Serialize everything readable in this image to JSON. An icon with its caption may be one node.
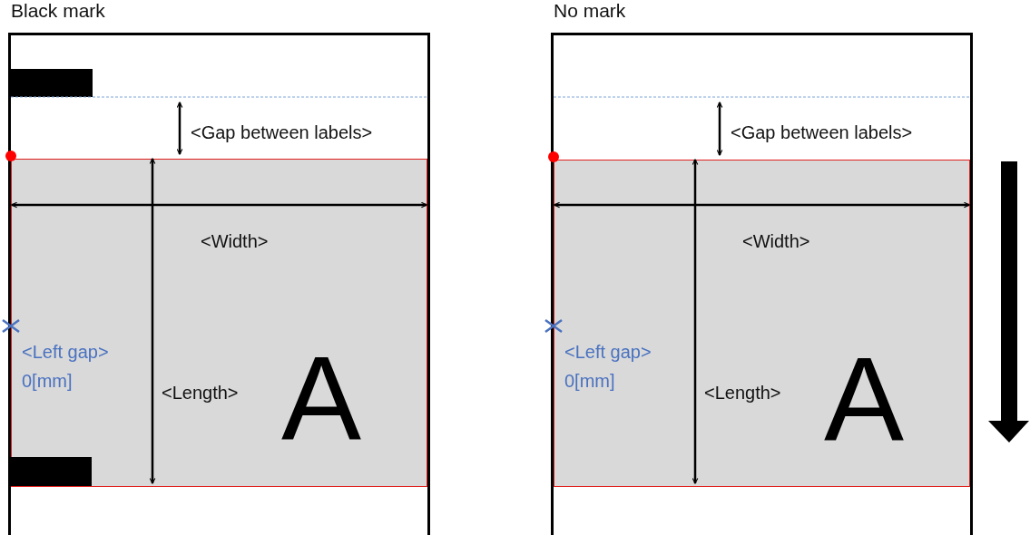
{
  "diagram": {
    "nodes": [
      {
        "text": [
          "Black mark"
        ]
      },
      {
        "text": [],
        "shape": "bar",
        "in": 0
      },
      {
        "text": [
          "A"
        ],
        "in": 0
      },
      {
        "text": [],
        "shape": "bar",
        "in": 2
      },
      {
        "text": [
          "No mark"
        ]
      },
      {
        "text": [
          "A"
        ],
        "in": 4
      }
    ],
    "labels": [
      "<Gap between labels>",
      "<Width>",
      "<Left gap> 0[mm]",
      "<Length>",
      "<Gap between labels>",
      "<Width>",
      "<Left gap> 0[mm]",
      "<Length>"
    ]
  }
}
